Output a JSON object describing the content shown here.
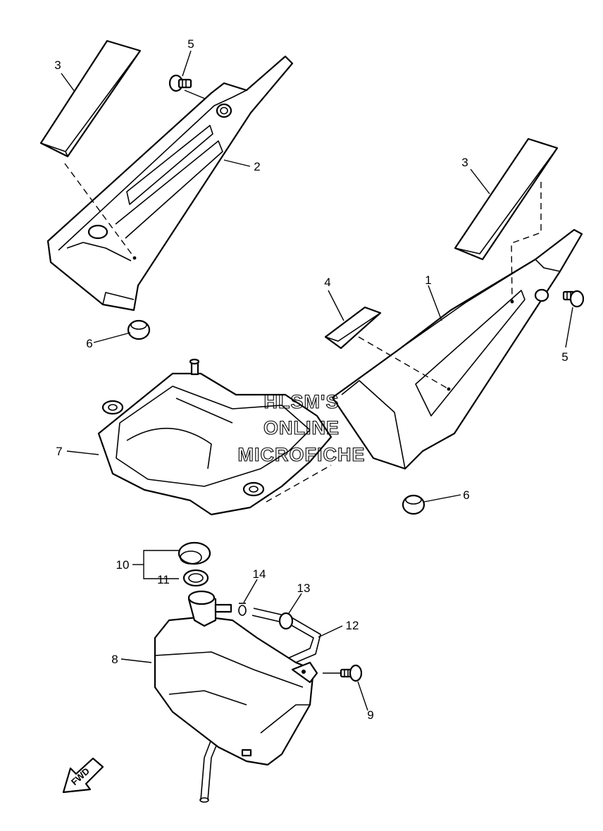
{
  "watermark": {
    "line1": "HLSM'S",
    "line2": "ONLINE",
    "line3": "MICROFICHE"
  },
  "direction_arrow": {
    "label": "FWD"
  },
  "callouts": {
    "c1": "1",
    "c2": "2",
    "c3_left": "3",
    "c3_right": "3",
    "c4": "4",
    "c5_left": "5",
    "c5_right": "5",
    "c6_left": "6",
    "c6_right": "6",
    "c7": "7",
    "c8": "8",
    "c9": "9",
    "c10": "10",
    "c11": "11",
    "c12": "12",
    "c13": "13",
    "c14": "14"
  }
}
